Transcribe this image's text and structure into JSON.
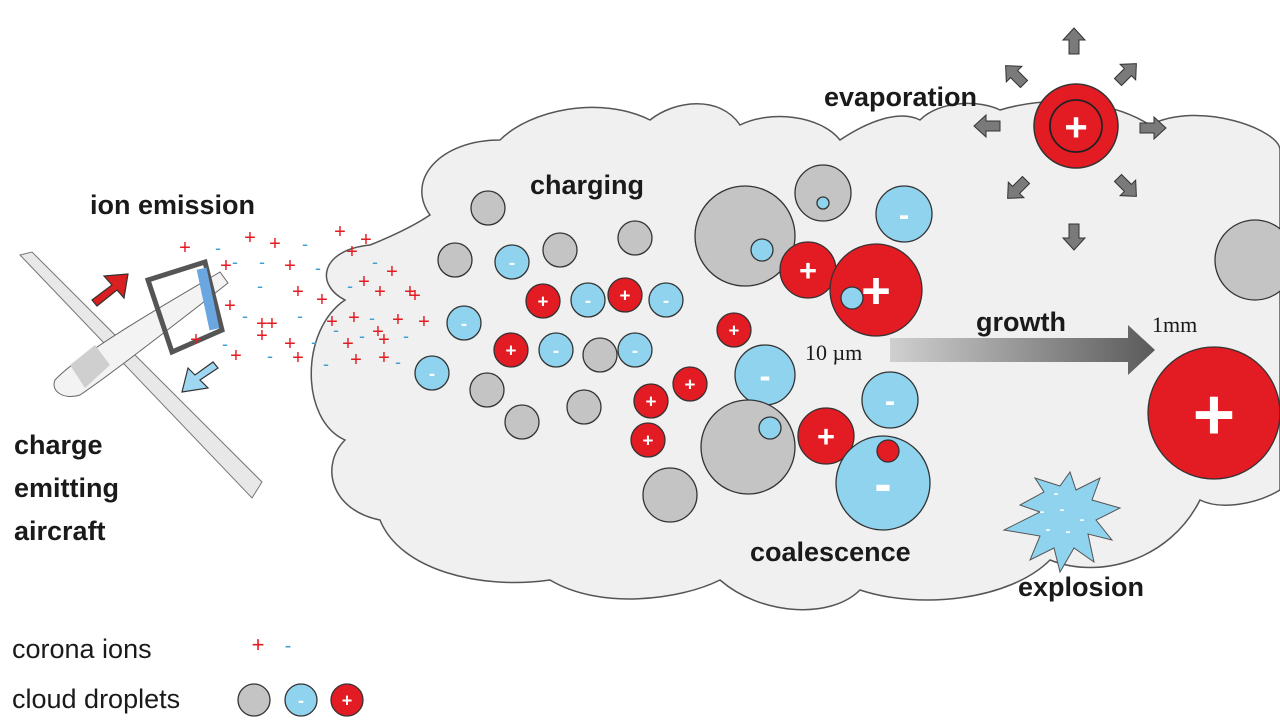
{
  "labels": {
    "ion_emission": "ion emission",
    "aircraft_line1": "charge",
    "aircraft_line2": "emitting",
    "aircraft_line3": "aircraft",
    "charging": "charging",
    "evaporation": "evaporation",
    "growth": "growth",
    "size_small": "10 µm",
    "size_large": "1mm",
    "coalescence": "coalescence",
    "explosion": "explosion"
  },
  "legend": {
    "corona_ions": "corona ions",
    "cloud_droplets": "cloud droplets"
  },
  "symbols": {
    "plus": "+",
    "minus": "-"
  },
  "colors": {
    "positive": "#e31b23",
    "negative": "#8fd3ee",
    "neutral": "#c4c4c4",
    "cloud_fill": "#f0f0f0",
    "arrow_red": "#d91f1f",
    "arrow_blue": "#9fd6f2"
  }
}
